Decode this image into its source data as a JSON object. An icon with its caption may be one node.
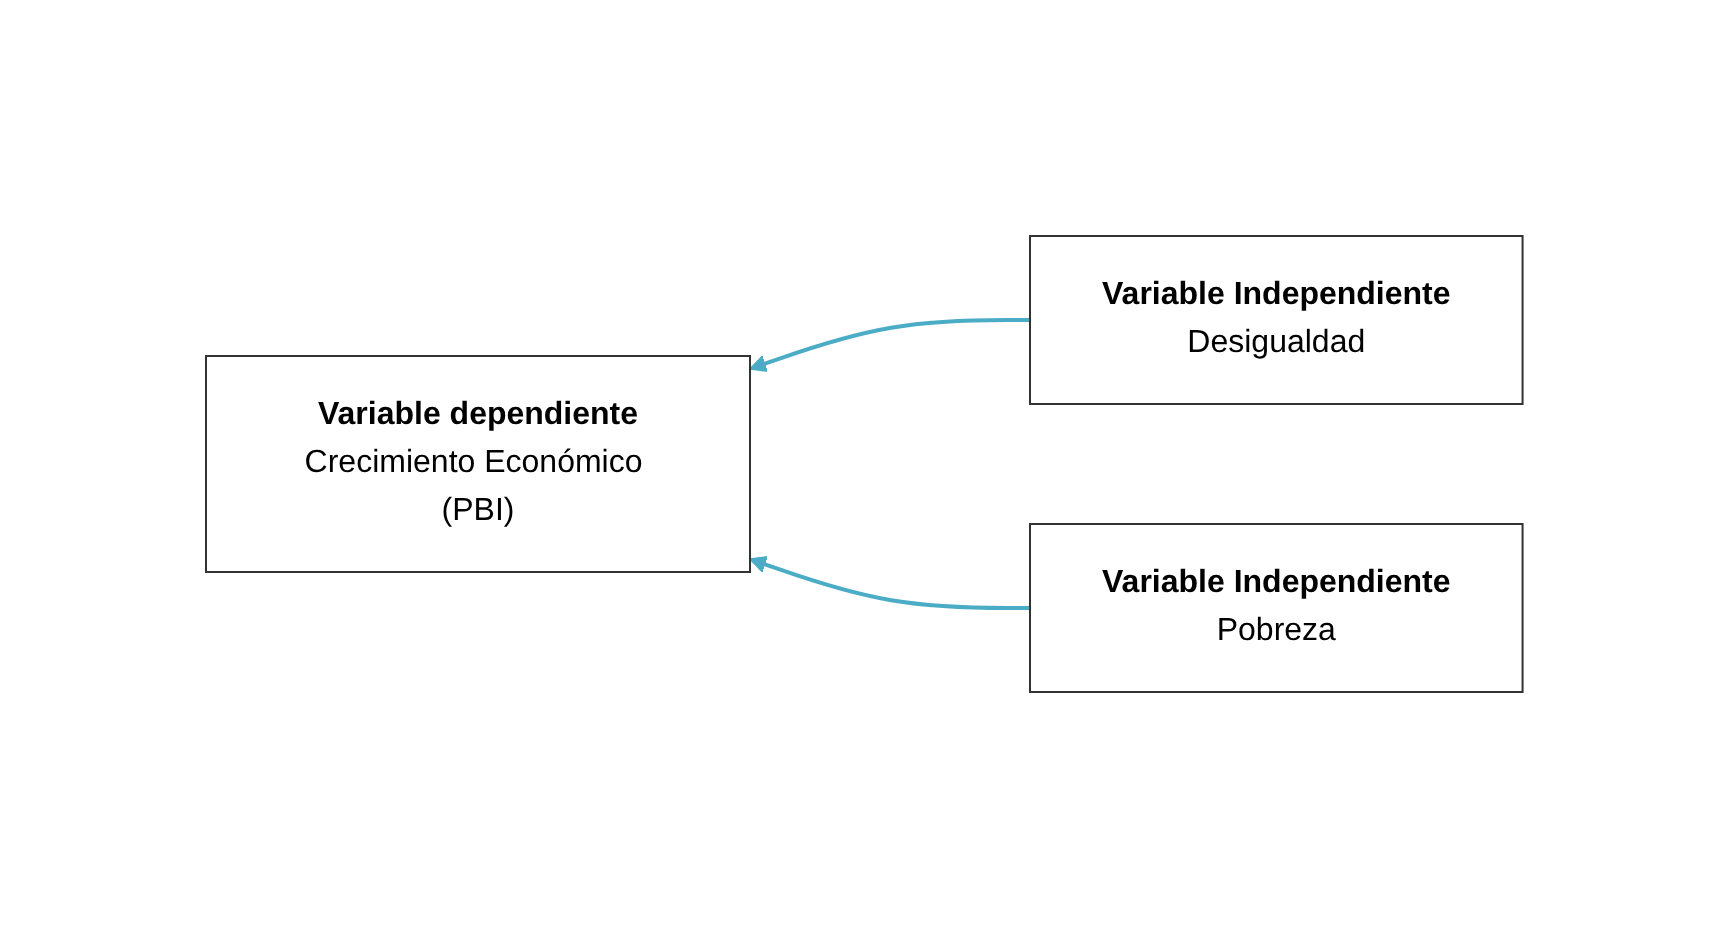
{
  "diagram": {
    "nodes": [
      {
        "text": [
          "Variable dependiente",
          "Crecimiento Económico (PBI)"
        ]
      },
      {
        "text": [
          "Variable Independiente",
          "Desigualdad"
        ]
      },
      {
        "text": [
          "Variable Independiente",
          "Pobreza"
        ]
      }
    ],
    "edges": [
      {
        "from": 1,
        "to": 0,
        "arrow": "to"
      },
      {
        "from": 2,
        "to": 0,
        "arrow": "to"
      }
    ]
  }
}
